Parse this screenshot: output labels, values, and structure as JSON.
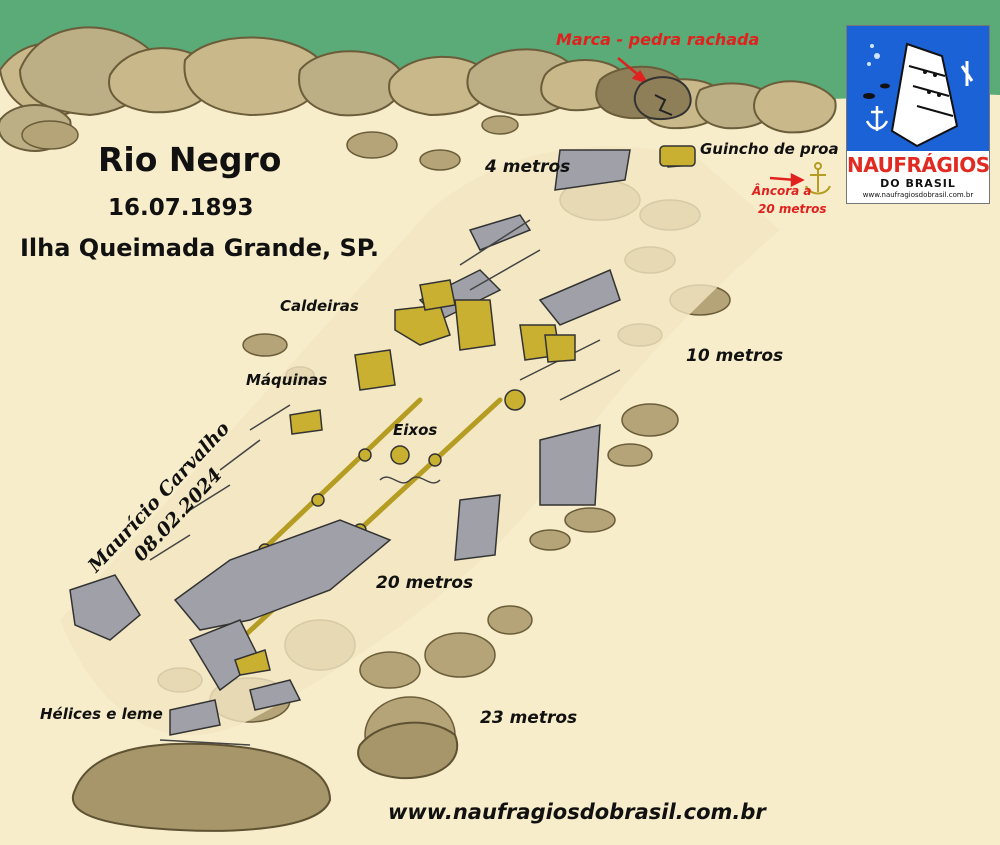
{
  "map": {
    "title": "Rio Negro",
    "date": "16.07.1893",
    "location": "Ilha Queimada Grande, SP.",
    "website": "www.naufragiosdobrasil.com.br"
  },
  "signature": {
    "name": "Maurício Carvalho",
    "date": "08.02.2024"
  },
  "labels": {
    "marca": "Marca - pedra rachada",
    "guincho": "Guincho de proa",
    "ancora_line1": "Âncora a",
    "ancora_line2": "20 metros",
    "caldeiras": "Caldeiras",
    "maquinas": "Máquinas",
    "eixos": "Eixos",
    "helices": "Hélices e leme"
  },
  "depths": {
    "d4": "4 metros",
    "d10": "10 metros",
    "d20": "20 metros",
    "d23": "23 metros"
  },
  "logo": {
    "name": "NAUFRÁGIOS",
    "subtitle": "DO BRASIL",
    "url": "www.naufragiosdobrasil.com.br"
  },
  "colors": {
    "water": "#5aab78",
    "sand": "#f7edcb",
    "rock": "#c9b88a",
    "wreck_metal": "#9a9aa2",
    "machinery": "#c9b030",
    "accent_red": "#e0211e",
    "logo_blue": "#1b62d6"
  }
}
